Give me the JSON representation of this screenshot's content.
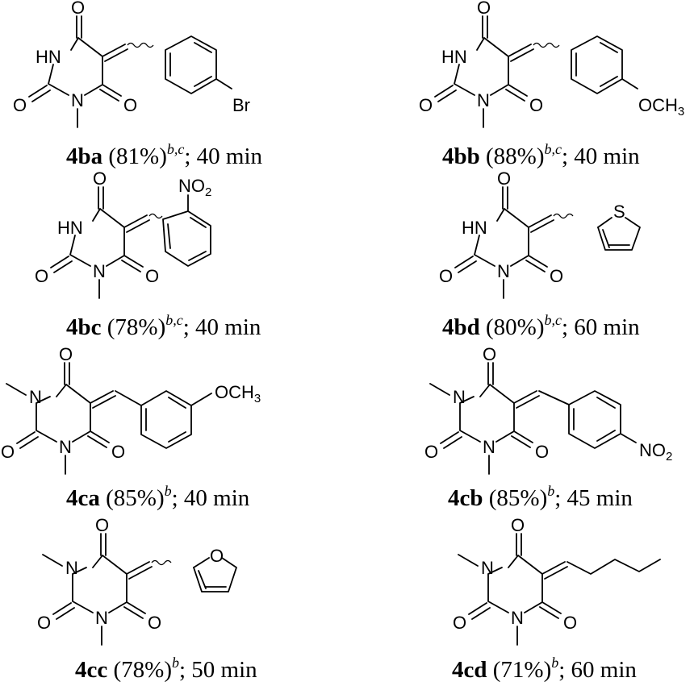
{
  "compounds": [
    {
      "code": "4ba",
      "yield": "(81%)",
      "notes": "b,c",
      "time": "; 40 min",
      "substituent": "Br"
    },
    {
      "code": "4bb",
      "yield": "(88%)",
      "notes": "b,c",
      "time": "; 40 min",
      "substituent": "OCH3"
    },
    {
      "code": "4bc",
      "yield": "(78%)",
      "notes": "b,c",
      "time": "; 40 min",
      "substituent": "NO2"
    },
    {
      "code": "4bd",
      "yield": "(80%)",
      "notes": "b,c",
      "time": "; 60 min",
      "substituent": "S"
    },
    {
      "code": "4ca",
      "yield": "(85%)",
      "notes": "b",
      "time": "; 40 min",
      "substituent": "OCH3"
    },
    {
      "code": "4cb",
      "yield": "(85%)",
      "notes": "b",
      "time": "; 45 min",
      "substituent": "NO2"
    },
    {
      "code": "4cc",
      "yield": "(78%)",
      "notes": "b",
      "time": "; 50 min",
      "substituent": "O"
    },
    {
      "code": "4cd",
      "yield": "(71%)",
      "notes": "b",
      "time": "; 60 min",
      "substituent": ""
    }
  ],
  "atoms": {
    "oxygen": "O",
    "nitrogen": "N",
    "nh": "HN",
    "sulfur": "S"
  }
}
